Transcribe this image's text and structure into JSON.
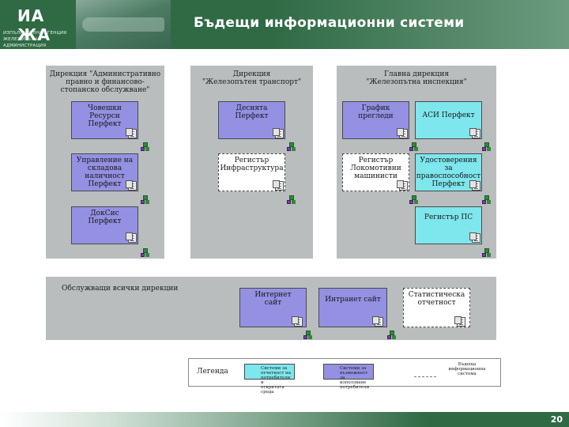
{
  "header": {
    "logo_text": "ИА ЖА",
    "logo_caption_1": "ИЗПЪЛНИТЕЛНА АГЕНЦИЯ",
    "logo_caption_2": "ЖЕЛЕЗОПЪТНА АДМИНИСТРАЦИЯ",
    "title": "Бъдещи информационни системи"
  },
  "groups": {
    "admin": {
      "label": "Дирекция \"Административно\nправно и финансово-\nстопанско обслужване\"",
      "boxes": [
        {
          "text": "Човешки\nРесурси\nПерфект",
          "color": "purple"
        },
        {
          "text": "Управление на\nскладова наличност\nПерфект",
          "color": "purple"
        },
        {
          "text": "ДокСис\nПерфект",
          "color": "purple"
        }
      ]
    },
    "infra": {
      "label": "Дирекция\n\"Железопътен транспорт\"",
      "boxes": [
        {
          "text": "Десията\nПерфект",
          "color": "purple"
        },
        {
          "text": "Регистър\nИнфраструктура",
          "color": "white"
        }
      ]
    },
    "inspection": {
      "label": "Главна дирекция\n\"Железопътна инспекция\"",
      "boxes": [
        {
          "text": "График\nпрегледи",
          "color": "purple"
        },
        {
          "text": "АСИ Перфект",
          "color": "cyan"
        },
        {
          "text": "Регистър\nЛокомотивни\nмашинисти",
          "color": "white"
        },
        {
          "text": "Удостоверения за\nправоспособност\nПерфект",
          "color": "cyan"
        },
        {
          "text": "Регистър ПС",
          "color": "cyan"
        }
      ]
    },
    "common": {
      "label": "Обслужващи всички дирекции",
      "boxes": [
        {
          "text": "Интернет\nсайт",
          "color": "purple"
        },
        {
          "text": "Интранет сайт",
          "color": "purple"
        },
        {
          "text": "Статистическа\nотчетност",
          "color": "white"
        }
      ]
    }
  },
  "legend": {
    "title": "Легенда",
    "cyan_text": "Системи за\nотчетност на\nпотребители и\nоткритата среда",
    "purple_text": "Системи за\nвъзможност за\nизползване\nпотребители",
    "white_text": "Бъдеща\nинформационна\nсистема"
  },
  "footer": {
    "page_number": "20"
  },
  "colors": {
    "header_green": "#2f6a45",
    "group_grey": "#b9bdbe",
    "box_purple": "#9490e2",
    "box_cyan": "#7ee6ed",
    "box_white": "#ffffff"
  }
}
